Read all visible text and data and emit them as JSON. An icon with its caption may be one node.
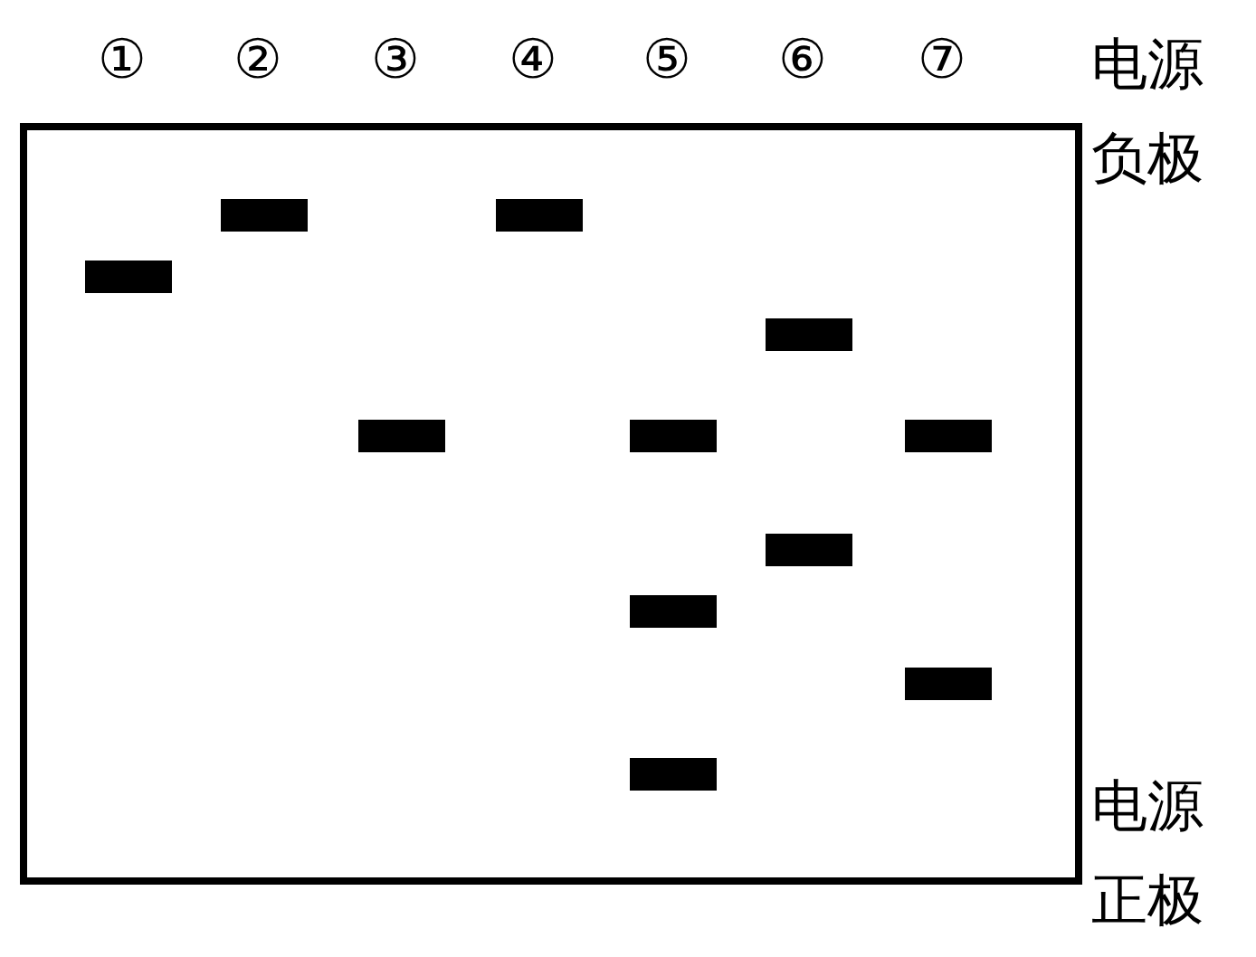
{
  "diagram": {
    "nodes": [
      {
        "text": [],
        "shape": "box"
      },
      {
        "text": [],
        "shape": "bar",
        "in": 0
      },
      {
        "text": [],
        "shape": "bar",
        "in": 0
      },
      {
        "text": [],
        "shape": "bar",
        "in": 0
      },
      {
        "text": [],
        "shape": "bar",
        "in": 0
      },
      {
        "text": [],
        "shape": "bar",
        "in": 0
      },
      {
        "text": [],
        "shape": "bar",
        "in": 0
      },
      {
        "text": [],
        "shape": "bar",
        "in": 0
      },
      {
        "text": [],
        "shape": "bar",
        "in": 0
      },
      {
        "text": [],
        "shape": "bar",
        "in": 0
      },
      {
        "text": [],
        "shape": "bar",
        "in": 0
      },
      {
        "text": [],
        "shape": "bar",
        "in": 0
      }
    ],
    "labels": [
      "①",
      "②",
      "③",
      "④",
      "⑤",
      "⑥",
      "⑦",
      "电源负极",
      "电源正极"
    ]
  }
}
